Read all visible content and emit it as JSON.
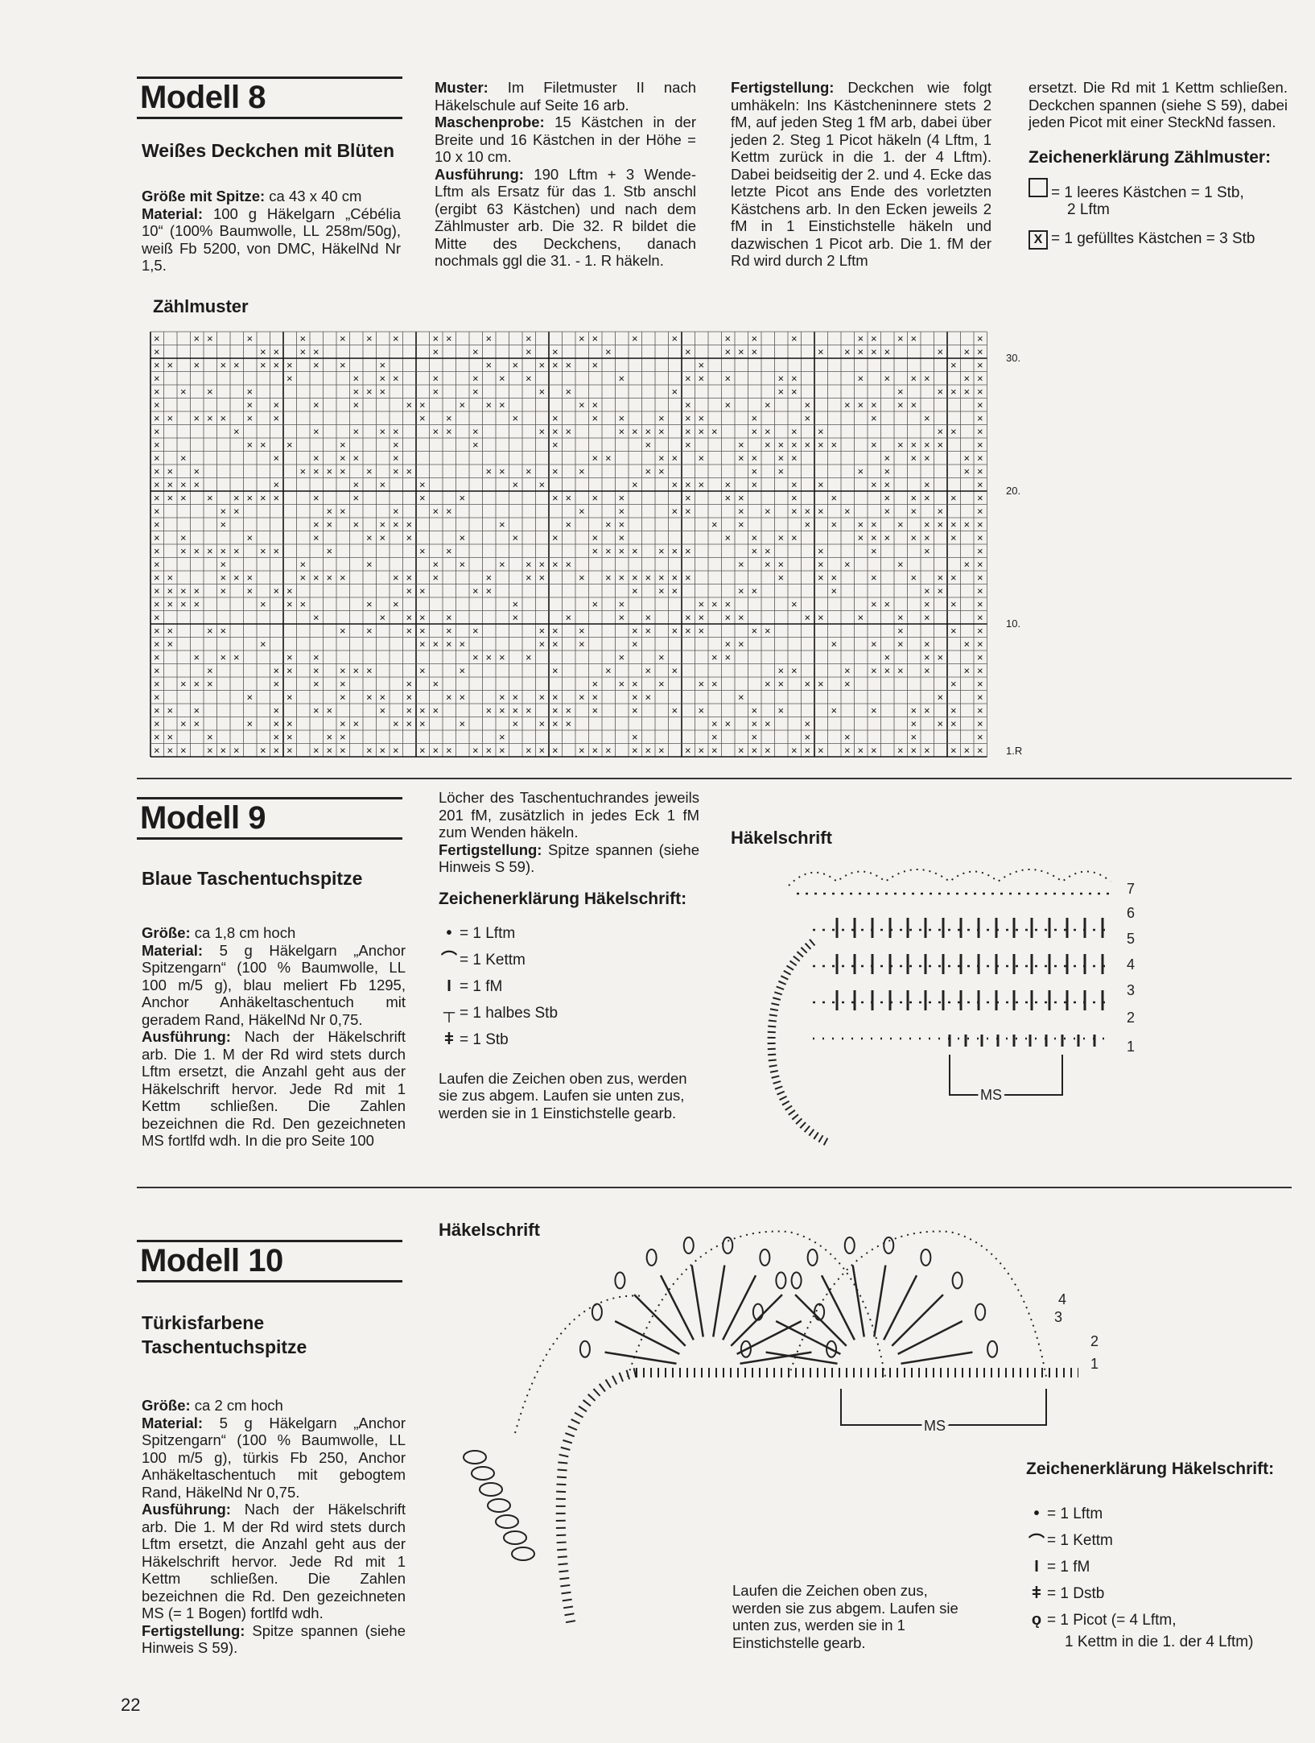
{
  "page_number": "22",
  "modell8": {
    "title": "Modell 8",
    "subtitle": "Weißes Deckchen mit Blüten",
    "groesse_label": "Größe mit Spitze:",
    "groesse_value": " ca 43 x 40 cm",
    "material_label": "Material:",
    "material_value": " 100 g Häkelgarn „Cébélia 10“ (100% Baumwolle, LL 258m/50g), weiß Fb 5200, von DMC, HäkelNd Nr 1,5.",
    "muster_label": "Muster:",
    "muster_value": " Im Filetmuster II nach Häkelschule auf Seite 16 arb.",
    "maschenprobe_label": "Maschenprobe:",
    "maschenprobe_value": " 15 Kästchen in der Breite und 16 Kästchen in der Höhe = 10 x 10 cm.",
    "ausfuehrung_label": "Ausführung:",
    "ausfuehrung_value": " 190 Lftm + 3 Wende-Lftm als Ersatz für das 1. Stb anschl (ergibt 63 Kästchen) und nach dem Zählmuster arb. Die 32. R bildet die Mitte des Deckchens, danach nochmals ggl die 31. - 1. R häkeln.",
    "fertig_label": "Fertigstellung:",
    "fertig_value": " Deckchen wie folgt umhäkeln: Ins Kästcheninnere stets 2 fM, auf jeden Steg 1 fM arb, dabei über jeden 2. Steg 1 Picot häkeln (4 Lftm, 1 Kettm zurück in die 1. der 4 Lftm). Dabei beidseitig der 2. und 4. Ecke das letzte Picot ans Ende des vorletzten Kästchens arb. In den Ecken jeweils 2 fM in 1 Einstichstelle häkeln und dazwischen 1 Picot arb. Die 1. fM der Rd wird durch 2 Lftm",
    "fertig_cont": "ersetzt. Die Rd mit 1 Kettm schließen. Deckchen spannen (siehe S 59), dabei jeden Picot mit einer SteckNd fassen.",
    "legend_title": "Zeichenerklärung Zählmuster:",
    "legend_empty_icon": "",
    "legend_empty": "= 1 leeres Kästchen = 1 Stb,",
    "legend_empty_2": "2 Lftm",
    "legend_filled_icon": "X",
    "legend_filled": "= 1 gefülltes Kästchen = 3 Stb",
    "chart_title": "Zählmuster",
    "row_labels": [
      "30.",
      "20.",
      "10.",
      "1.R"
    ]
  },
  "modell9": {
    "title": "Modell 9",
    "subtitle": "Blaue Taschentuchspitze",
    "groesse_label": "Größe:",
    "groesse_value": " ca 1,8 cm hoch",
    "material_label": "Material:",
    "material_value": " 5 g Häkelgarn „Anchor Spitzengarn“ (100 % Baumwolle, LL 100 m/5 g), blau meliert Fb 1295, Anchor Anhäkeltaschentuch mit geradem Rand, HäkelNd Nr 0,75.",
    "ausfuehrung_label": "Ausführung:",
    "ausfuehrung_value": " Nach der Häkelschrift arb. Die 1. M der Rd wird stets durch Lftm ersetzt, die Anzahl geht aus der Häkelschrift hervor. Jede Rd mit 1 Kettm schließen. Die Zahlen bezeichnen die Rd. Den gezeichneten MS fortlfd wdh. In die pro Seite 100",
    "cont": "Löcher des Taschentuchrandes jeweils 201 fM, zusätzlich in jedes Eck 1 fM zum Wenden häkeln.",
    "fertig_label": "Fertigstellung:",
    "fertig_value": " Spitze spannen (siehe Hinweis S 59).",
    "legend_title": "Zeichenerklärung Häkelschrift:",
    "legend": [
      {
        "sym": "•",
        "text": "= 1 Lftm"
      },
      {
        "sym": "⌒",
        "text": "= 1 Kettm"
      },
      {
        "sym": "I",
        "text": "= 1 fM"
      },
      {
        "sym": "┬",
        "text": "= 1 halbes Stb"
      },
      {
        "sym": "ǂ",
        "text": "= 1 Stb"
      }
    ],
    "note": "Laufen die Zeichen oben zus, werden sie zus abgem. Laufen sie unten zus, werden sie in 1 Einstichstelle gearb.",
    "diagram_title": "Häkelschrift",
    "ms_label": "MS",
    "round_labels": [
      "7",
      "6",
      "5",
      "4",
      "3",
      "2",
      "1"
    ]
  },
  "modell10": {
    "title": "Modell 10",
    "subtitle_1": "Türkisfarbene",
    "subtitle_2": "Taschentuchspitze",
    "groesse_label": "Größe:",
    "groesse_value": " ca 2 cm hoch",
    "material_label": "Material:",
    "material_value": " 5 g Häkelgarn „Anchor Spitzengarn“ (100 % Baumwolle, LL 100 m/5 g), türkis Fb 250, Anchor Anhäkeltaschentuch mit gebogtem Rand, HäkelNd Nr 0,75.",
    "ausfuehrung_label": "Ausführung:",
    "ausfuehrung_value": " Nach der Häkelschrift arb. Die 1. M der Rd wird stets durch Lftm ersetzt, die Anzahl geht aus der Häkelschrift hervor. Jede Rd mit 1 Kettm schließen. Die Zahlen bezeichnen die Rd. Den gezeichneten MS (= 1 Bogen) fortlfd wdh.",
    "fertig_label": "Fertigstellung:",
    "fertig_value": " Spitze spannen (siehe Hinweis S 59).",
    "diagram_title": "Häkelschrift",
    "ms_label": "MS",
    "round_labels": [
      "4",
      "3",
      "2",
      "1"
    ],
    "note": "Laufen die Zeichen oben zus, werden sie zus abgem. Laufen sie unten zus, werden sie in 1 Einstichstelle gearb.",
    "legend_title": "Zeichenerklärung Häkelschrift:",
    "legend": [
      {
        "sym": "•",
        "text": "= 1 Lftm"
      },
      {
        "sym": "⌒",
        "text": "= 1 Kettm"
      },
      {
        "sym": "I",
        "text": "= 1 fM"
      },
      {
        "sym": "ǂ",
        "text": "= 1 Dstb"
      },
      {
        "sym": "ǫ",
        "text": "= 1 Picot (= 4 Lftm,"
      }
    ],
    "legend_picot_2": "1 Kettm in die 1. der 4 Lftm)"
  }
}
